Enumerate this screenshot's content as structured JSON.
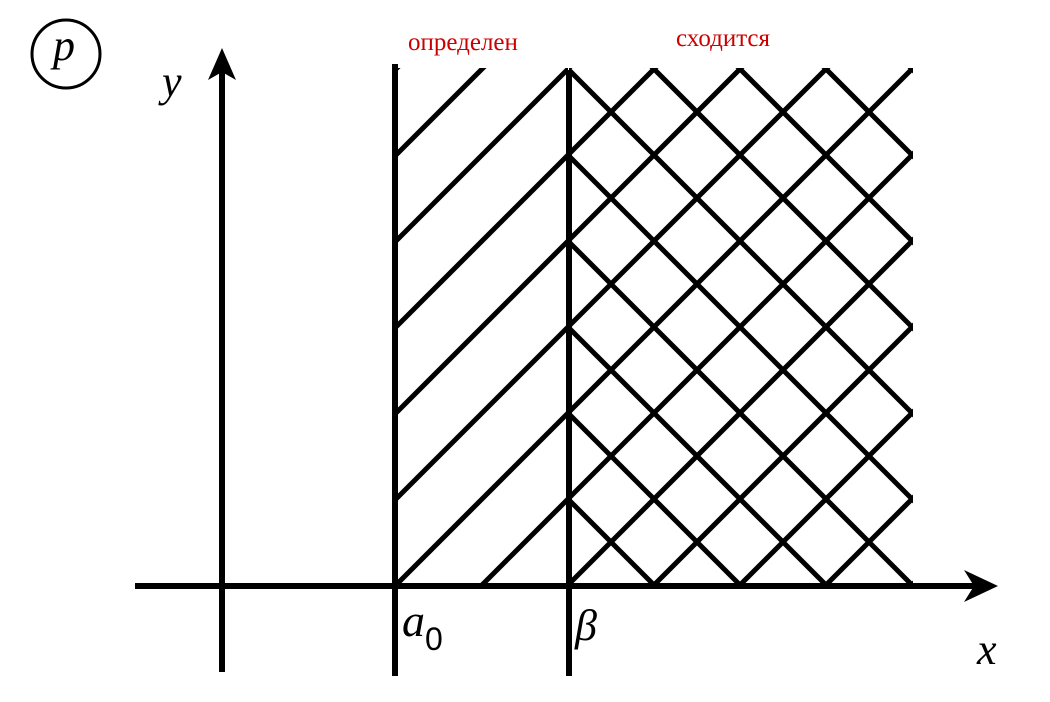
{
  "domain_labels": {
    "p": "p",
    "y_axis": "y",
    "x_axis": "x",
    "a_symbol": "a",
    "a_subscript": "0",
    "beta": "β"
  },
  "regions": {
    "defined": "определен",
    "converges": "сходится"
  },
  "colors": {
    "line": "#000000",
    "annotation": "#cc0000"
  }
}
